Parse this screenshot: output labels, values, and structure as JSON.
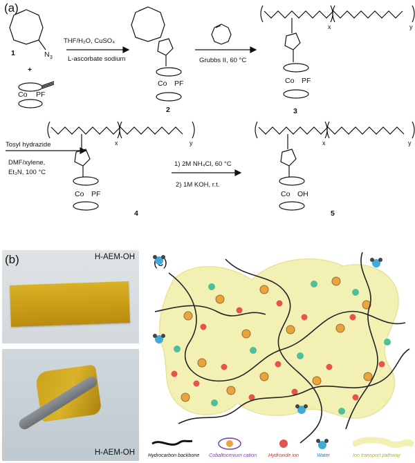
{
  "panel_a": {
    "label": "(a)",
    "compounds": {
      "c1": "1",
      "c2": "2",
      "c3": "3",
      "c4": "4",
      "c5": "5"
    },
    "plus": "+",
    "n3": "N",
    "n3_sub": "3",
    "co_pf6": "Co",
    "pf6": "PF",
    "oh": "OH",
    "steps": {
      "step1_line1": "THF/H₂O, CuSO₄",
      "step1_line2": "L-ascorbate sodium",
      "step2": "Grubbs II, 60 °C",
      "step3_line1": "Tosyl hydrazide",
      "step3_line2": "DMF/xylene,",
      "step3_line3": "Et₃N, 100 °C",
      "step4_line1": "1) 2M NH₄Cl, 60 °C",
      "step4_line2": "2) 1M KOH, r.t."
    },
    "sub_x": "x",
    "sub_y": "y"
  },
  "panel_b": {
    "label": "(b)",
    "photo_top_label": "H-AEM-OH",
    "photo_bottom_label": "H-AEM-OH"
  },
  "panel_c": {
    "label": "(c)",
    "legend": [
      {
        "name": "Hydrocarbon backbone"
      },
      {
        "name": "Cobaltocenium cation"
      },
      {
        "name": "Hydroxide ion"
      },
      {
        "name": "Water"
      },
      {
        "name": "Ion transport pathway"
      }
    ]
  },
  "colors": {
    "pathway": "#f3f0b4",
    "cation": "#e9a53a",
    "hydroxide": "#e5534f",
    "water": "#3fa9d8",
    "water_green": "#4fbf9a",
    "film": "#c9a21a"
  }
}
